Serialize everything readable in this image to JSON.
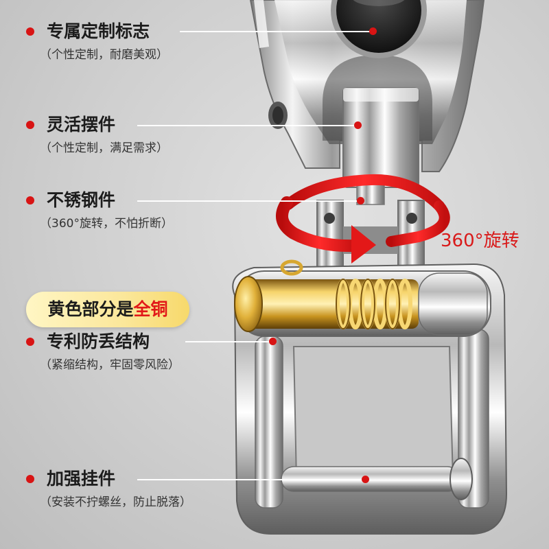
{
  "features": [
    {
      "title": "专属定制标志",
      "subtitle": "（个性定制，耐磨美观）"
    },
    {
      "title": "灵活摆件",
      "subtitle": "（个性定制，满足需求）"
    },
    {
      "title": "不锈钢件",
      "subtitle": "（360°旋转，不怕折断）"
    },
    {
      "title": "专利防丢结构",
      "subtitle": "（紧缩结构，牢固零风险）"
    },
    {
      "title": "加强挂件",
      "subtitle": "（安装不拧螺丝，防止脱落）"
    }
  ],
  "badge": {
    "prefix": "黄色部分是",
    "highlight": "全铜"
  },
  "rotation_label": "360°旋转",
  "colors": {
    "accent_red": "#d81414",
    "badge_yellow": "#fbe79a",
    "copper": "#d4a82a"
  }
}
